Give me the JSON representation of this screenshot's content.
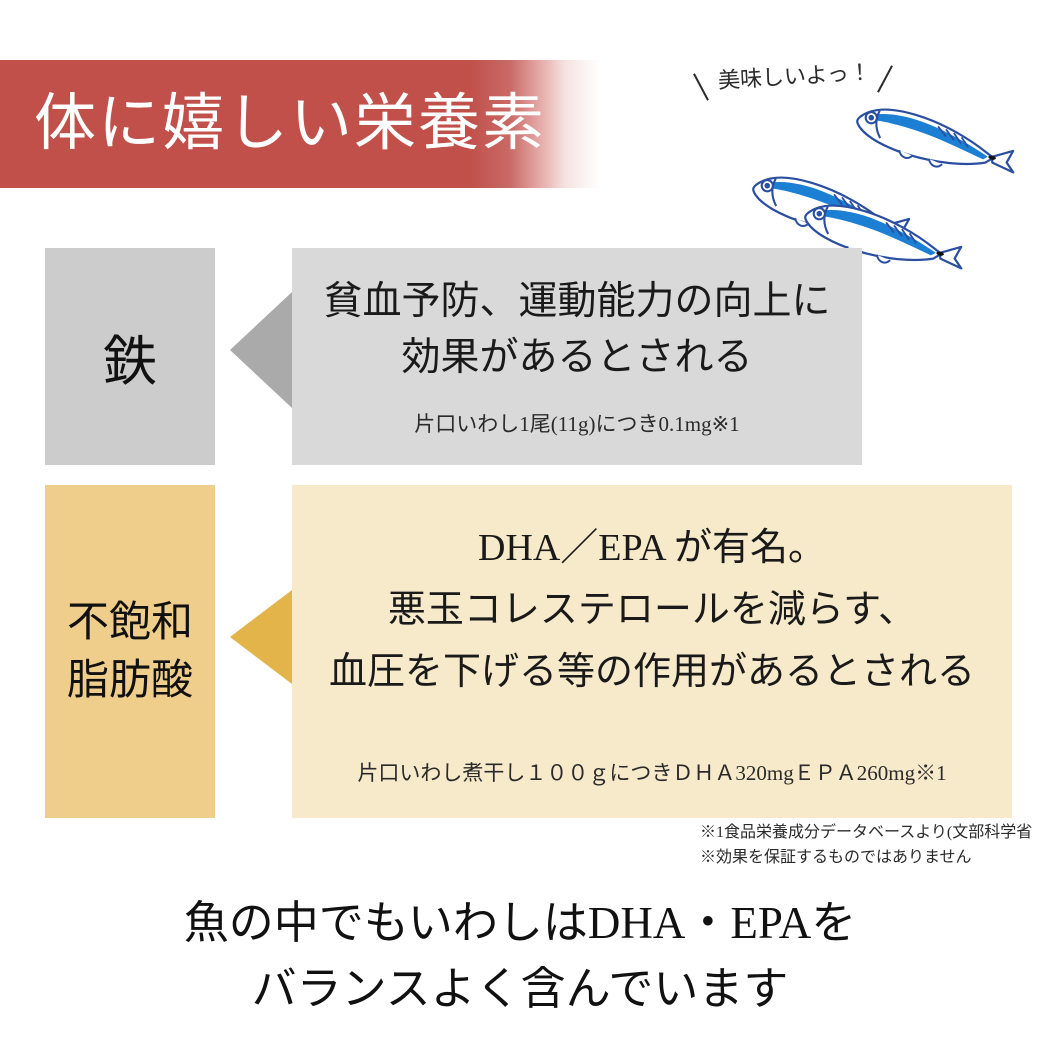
{
  "header": {
    "title": "体に嬉しい栄養素",
    "banner_color": "#c1504b",
    "title_color": "#ffffff"
  },
  "callout": {
    "text": "美味しいよっ！",
    "stroke_left": "＼",
    "stroke_right": "／"
  },
  "illustration": {
    "name": "sardine-fish-trio",
    "fish_count": 3,
    "body_color": "#1b7fd4",
    "outline_color": "#2b4fa0",
    "belly_color": "#ffffff"
  },
  "rows": [
    {
      "id": "iron",
      "label": "鉄",
      "label_lines": [
        "鉄"
      ],
      "label_bg": "#cccccc",
      "arrow_color": "#aaaaaa",
      "content_bg": "#d9d9d9",
      "main_lines": [
        "貧血予防、運動能力の向上に",
        "効果があるとされる"
      ],
      "note": "片口いわし1尾(11g)につき0.1mg※1"
    },
    {
      "id": "unsaturated-fatty-acid",
      "label": "不飽和脂肪酸",
      "label_lines": [
        "不飽和",
        "脂肪酸"
      ],
      "label_bg": "#efce8c",
      "arrow_color": "#e3b44a",
      "content_bg": "#f7eacb",
      "main_lines": [
        "DHA／EPA が有名。",
        "悪玉コレステロールを減らす、",
        "血圧を下げる等の作用があるとされる"
      ],
      "note": "片口いわし煮干し１００ｇにつきＤＨＡ320mgＥＰＡ260mg※1"
    }
  ],
  "disclaimers": [
    "※1食品栄養成分データベースより(文部科学省",
    "※効果を保証するものではありません"
  ],
  "footer": {
    "lines": [
      "魚の中でもいわしはDHA・EPAを",
      "バランスよく含んでいます"
    ]
  }
}
